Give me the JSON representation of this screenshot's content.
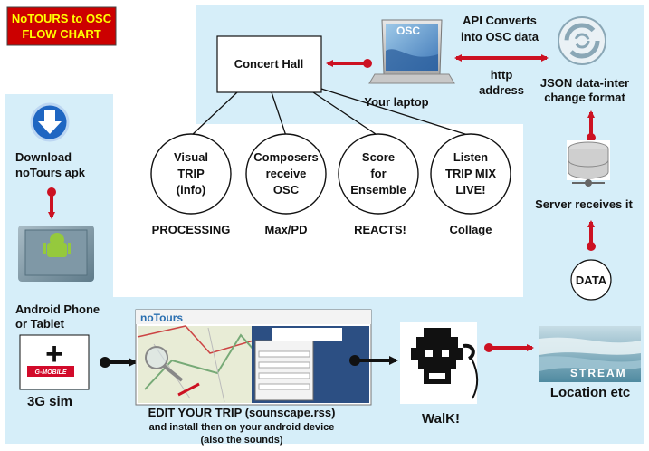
{
  "title_lines": [
    "NoTOURS to OSC",
    "FLOW CHART"
  ],
  "concert_hall": "Concert Hall",
  "osc_screen": "OSC",
  "your_laptop": "Your laptop",
  "api_lines": [
    "API Converts",
    "into OSC data"
  ],
  "http_lines": [
    "http",
    "address"
  ],
  "json_lines": [
    "JSON data-inter",
    "change format"
  ],
  "server_receives": "Server receives it",
  "data_node": "DATA",
  "download_lines": [
    "Download",
    "noTours apk"
  ],
  "android_lines": [
    "Android Phone",
    "or Tablet"
  ],
  "sim_label": "3G sim",
  "sim_brand": "G-MOBILE",
  "sim_plus": "+",
  "circles": [
    {
      "lines": [
        "Visual",
        "TRIP",
        "(info)"
      ],
      "caption": "PROCESSING"
    },
    {
      "lines": [
        "Composers",
        "receive",
        "OSC"
      ],
      "caption": "Max/PD"
    },
    {
      "lines": [
        "Score",
        "for",
        "Ensemble"
      ],
      "caption": "REACTS!"
    },
    {
      "lines": [
        "Listen",
        "TRIP MIX",
        "LIVE!"
      ],
      "caption": "Collage"
    }
  ],
  "edit_lines": [
    "EDIT YOUR TRIP (sounscape.rss)",
    "and install then on your android device",
    "(also the sounds)"
  ],
  "walk": "WalK!",
  "location": "Location etc",
  "stream_banner": "STREAM",
  "notours_logo": "noTours",
  "colors": {
    "title_bg": "#cc0000",
    "title_text": "#ffff00",
    "panel": "#d6eef9",
    "arrow": "#cc1122"
  }
}
